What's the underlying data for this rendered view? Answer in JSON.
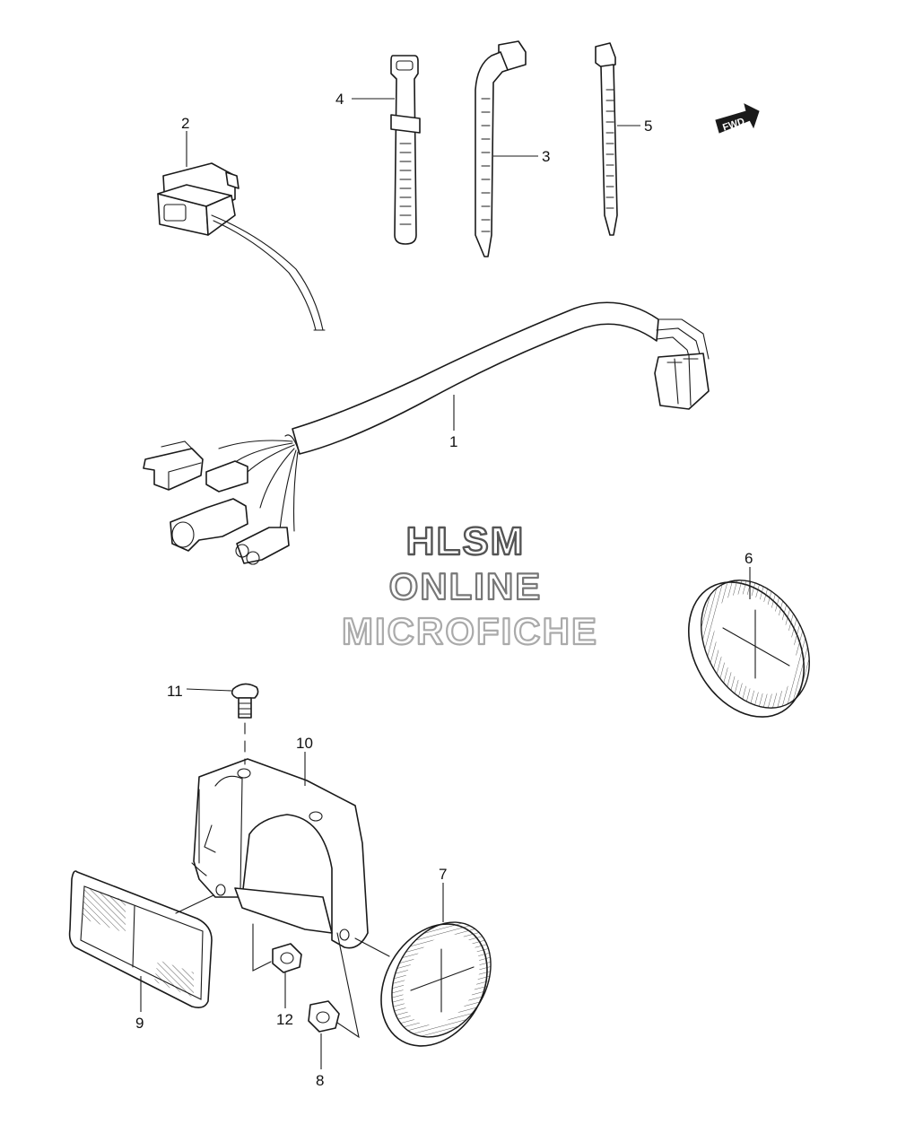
{
  "diagram": {
    "callouts": {
      "p1": "1",
      "p2": "2",
      "p3": "3",
      "p4": "4",
      "p5": "5",
      "p6": "6",
      "p7": "7",
      "p8": "8",
      "p9": "9",
      "p10": "10",
      "p11": "11",
      "p12": "12"
    },
    "forward_arrow_label": "FWD",
    "watermark": {
      "line1": "HLSM",
      "line2": "ONLINE",
      "line3": "MICROFICHE"
    },
    "colors": {
      "line": "#1a1a1a",
      "watermark_1": "#555555",
      "watermark_2": "#777777",
      "watermark_3": "#aaaaaa"
    }
  }
}
